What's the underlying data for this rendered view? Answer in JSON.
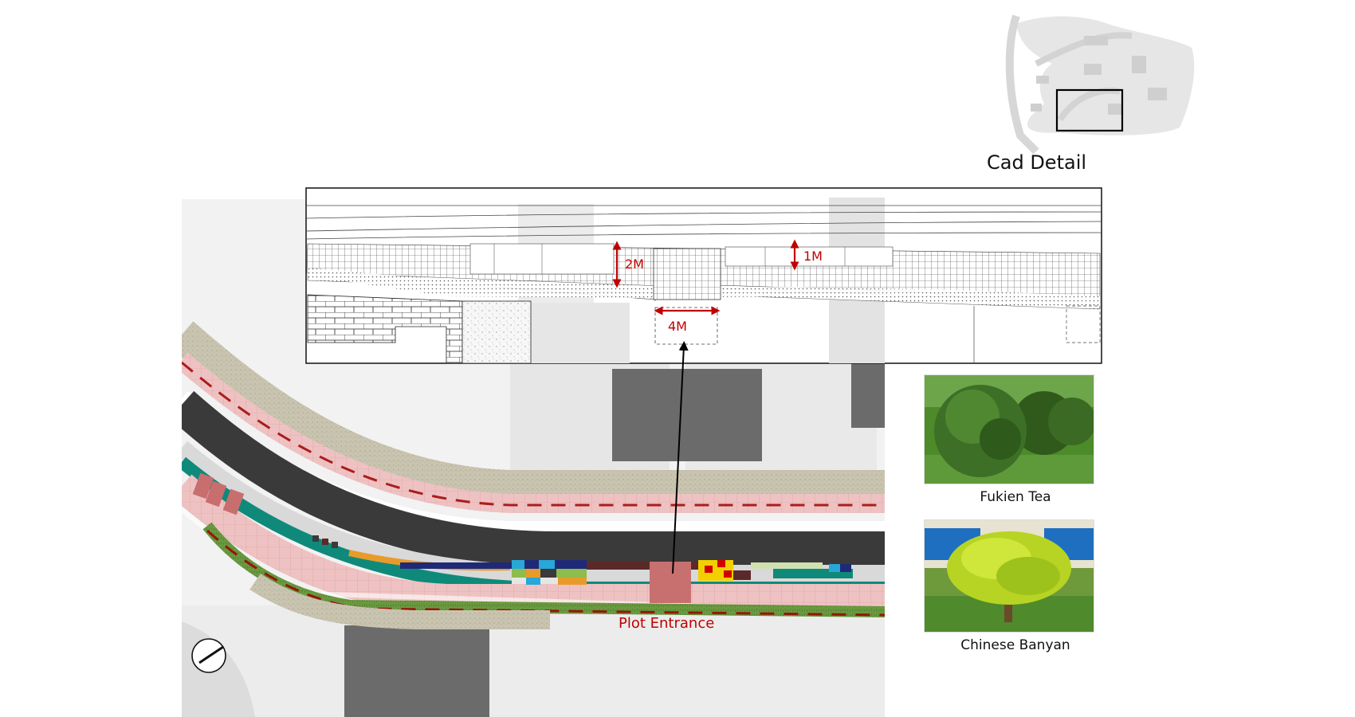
{
  "title": "Cad Detail",
  "dimensions": {
    "d2": "2M",
    "d1": "1M",
    "d4": "4M"
  },
  "entrance_label": "Plot Entrance",
  "plants": [
    {
      "caption": "Fukien Tea"
    },
    {
      "caption": "Chinese Banyan"
    }
  ],
  "colors": {
    "dimension": "#c00000",
    "road": "#3a3a3a",
    "teal_strip": "#0f8a7a",
    "pavement": "#e8b8b8",
    "grass": "#5f8f3a",
    "building": "#6b6b6b"
  }
}
